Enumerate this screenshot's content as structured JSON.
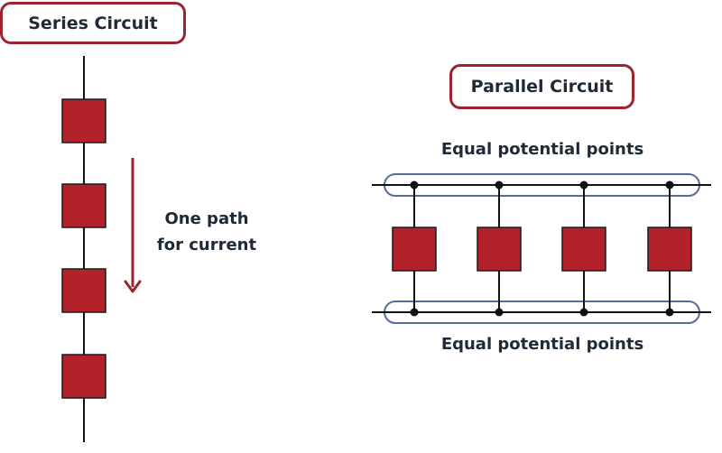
{
  "series": {
    "title": "Series Circuit",
    "current_label_line1": "One path",
    "current_label_line2": "for current"
  },
  "parallel": {
    "title": "Parallel Circuit",
    "top_label": "Equal potential points",
    "bottom_label": "Equal potential points"
  },
  "colors": {
    "resistor": "#b1222b",
    "arrow": "#9b2430",
    "wire": "#111111",
    "title_border": "#9b2430",
    "node_outline": "#5c6b9c",
    "text": "#1f2a36"
  }
}
